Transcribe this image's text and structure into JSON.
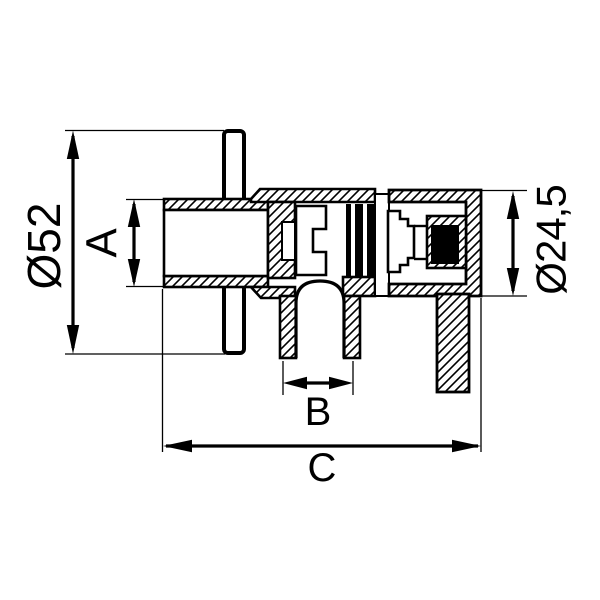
{
  "drawing": {
    "background_color": "#ffffff",
    "line_color": "#000000",
    "hatch_style": "45-degree section hatching",
    "labels": {
      "flange_diameter": "Ø52",
      "inlet_thread": "A",
      "handle_diameter": "Ø24,5",
      "outlet_thread": "B",
      "overall_width": "C"
    }
  }
}
